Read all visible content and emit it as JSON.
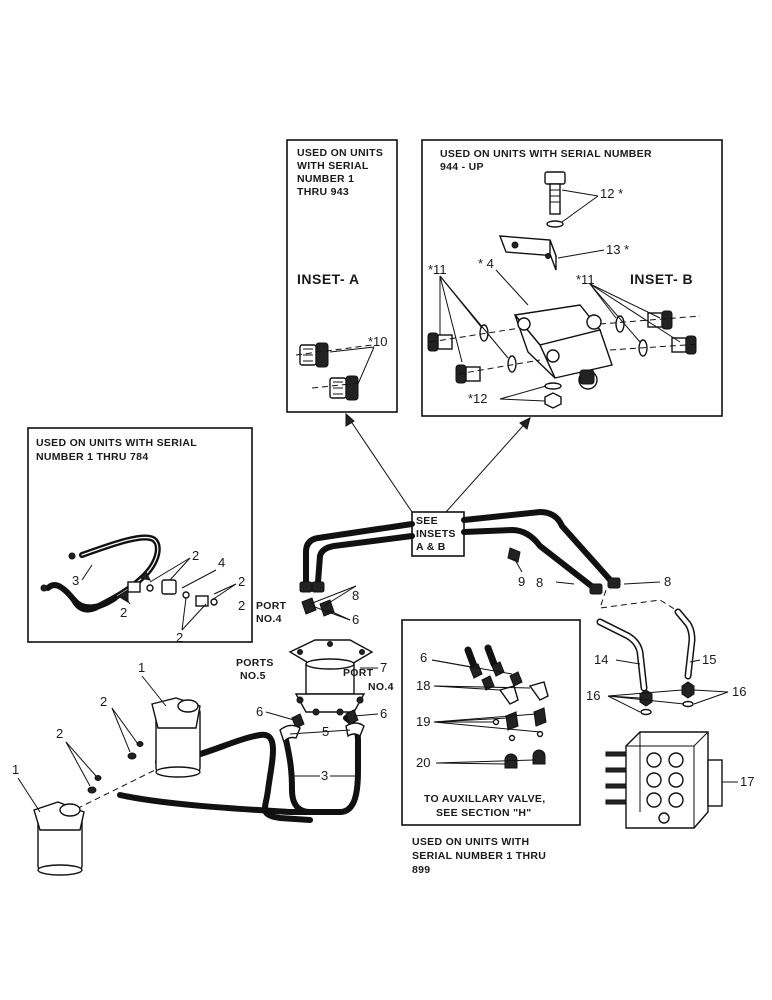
{
  "insets": {
    "a": {
      "note_lines": [
        "USED ON UNITS",
        "WITH SERIAL",
        "NUMBER 1",
        "THRU 943"
      ],
      "title": "INSET- A",
      "callouts": {
        "c10": "*10"
      }
    },
    "b": {
      "note_lines": [
        "USED ON UNITS WITH SERIAL NUMBER",
        "944 - UP"
      ],
      "title": "INSET- B",
      "callouts": {
        "c12_top": "12 *",
        "c13": "13 *",
        "c4": "* 4",
        "c11_left": "*11",
        "c11_right": "*11",
        "c12_bottom": "*12"
      }
    },
    "left": {
      "note_lines": [
        "USED ON UNITS  WITH  SERIAL",
        "NUMBER 1 THRU  784"
      ],
      "callouts": {
        "c3": "3",
        "c2a": "2",
        "c4": "4",
        "c2b": "2",
        "c2c": "2",
        "c2d": "2",
        "c2e": "2"
      }
    },
    "aux": {
      "note_lines": [
        "TO AUXILLARY VALVE,",
        "SEE SECTION \"H\""
      ],
      "caption_lines": [
        "USED ON UNITS WITH",
        "SERIAL NUMBER 1 THRU",
        "899"
      ],
      "callouts": {
        "c6": "6",
        "c18": "18",
        "c19": "19",
        "c20": "20"
      }
    }
  },
  "see_insets": {
    "lines": [
      "SEE",
      "INSETS",
      "A & B"
    ]
  },
  "ports": {
    "port_no4_top": [
      "PORT",
      "NO.4"
    ],
    "ports_no5": [
      "PORTS",
      "NO.5"
    ],
    "port_no4_right": [
      "PORT",
      "NO.4"
    ]
  },
  "main_callouts": {
    "n1_left": "1",
    "n1_mid": "1",
    "n2_left": "2",
    "n2_mid": "2",
    "n3": "3",
    "n5": "5",
    "n6_top": "6",
    "n6_left": "6",
    "n6_right": "6",
    "n7": "7",
    "n8_a": "8",
    "n8_b": "8",
    "n8_c": "8",
    "n9": "9",
    "n14": "14",
    "n15": "15",
    "n16_left": "16",
    "n16_right": "16",
    "n17": "17"
  }
}
